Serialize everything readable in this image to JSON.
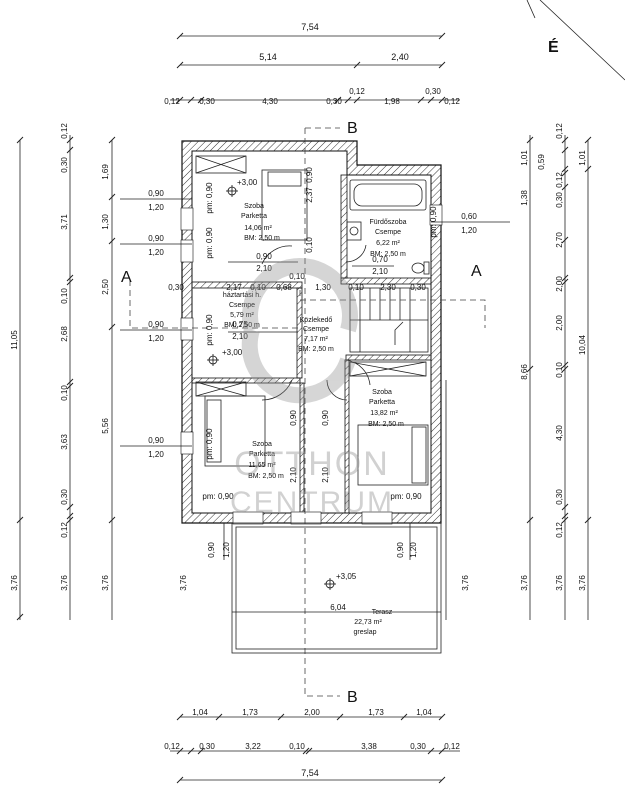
{
  "compass": {
    "north": "É"
  },
  "section": {
    "a_left": "A",
    "a_right": "A",
    "b_top": "B",
    "b_bottom": "B"
  },
  "watermark": {
    "line1": "OTTHON",
    "line2": "CENTRUM"
  },
  "rooms": {
    "szoba1": {
      "name": "Szoba",
      "floor": "Parketta",
      "area": "14,06 m²",
      "bm": "BM: 2,50 m"
    },
    "furdo": {
      "name": "Fürdőszoba",
      "floor": "Csempe",
      "area": "6,22 m²",
      "bm": "BM: 2,50 m"
    },
    "haztartasi": {
      "name": "háztartási h.",
      "floor": "Csempe",
      "area": "5,79 m²",
      "bm": "BM: 2,50 m"
    },
    "kozlekedo": {
      "name": "Közlekedő",
      "floor": "Csempe",
      "area": "7,17 m²",
      "bm": "BM: 2,50 m"
    },
    "szoba2": {
      "name": "Szoba",
      "floor": "Parketta",
      "area": "13,82 m²",
      "bm": "BM: 2,50 m"
    },
    "szoba3": {
      "name": "Szoba",
      "floor": "Parketta",
      "area": "11,65 m²",
      "bm": "BM: 2,50 m"
    },
    "terasz": {
      "name": "Terasz",
      "area": "22,73 m²",
      "floor": "greslap"
    }
  },
  "levels": {
    "l1": "+3,00",
    "l2": "+3,00",
    "l3": "+3,05"
  },
  "dims_top": {
    "r1": [
      "7,54"
    ],
    "r2": [
      "5,14",
      "2,40"
    ],
    "r3": [
      "0,12",
      "0,30",
      "4,30",
      "0,30",
      "0,12",
      "1,98",
      "0,30",
      "0,12"
    ]
  },
  "dims_bottom": {
    "r1": [
      "1,04",
      "1,73",
      "2,00",
      "1,73",
      "1,04"
    ],
    "r2": [
      "0,12",
      "0,30",
      "3,22",
      "0,10",
      "3,38",
      "0,30",
      "0,12"
    ],
    "r3": [
      "7,54"
    ],
    "terrace": "6,04"
  },
  "dims_left": {
    "c1": [
      "11,05",
      "3,76"
    ],
    "c2": [
      "0,12",
      "0,30",
      "3,71",
      "0,10",
      "2,68",
      "0,10",
      "3,63",
      "0,30",
      "0,12",
      "3,76"
    ],
    "c3": [
      "1,69",
      "1,30",
      "2,50",
      "5,56",
      "3,76"
    ]
  },
  "dims_right": {
    "c1": [
      "0,12",
      "1,01",
      "1,38",
      "2,70",
      "2,00",
      "4,30",
      "0,30",
      "0,12",
      "3,76"
    ],
    "c2": [
      "0,59",
      "0,12",
      "0,30"
    ],
    "c3": [
      "1,01",
      "10,04",
      "3,76"
    ],
    "c4": [
      "8,66",
      "3,76"
    ]
  },
  "openings": {
    "w_sz1": [
      "0,90",
      "1,20"
    ],
    "w_sz1b": [
      "0,90",
      "1,20"
    ],
    "w_hh": [
      "0,90",
      "1,20"
    ],
    "w_sz3": [
      "0,90",
      "1,20"
    ],
    "w_furdo": [
      "0,60",
      "1,20"
    ],
    "d_sz1": [
      "0,90",
      "2,10"
    ],
    "d_furdo": [
      "0,70",
      "2,10"
    ],
    "d_hh": [
      "0,75",
      "2,10"
    ],
    "d_sz3": [
      "0,90",
      "2,10"
    ],
    "d_sz2": [
      "0,90",
      "2,10"
    ],
    "win_sz3_bottom": [
      "0,90",
      "1,20"
    ],
    "win_sz2_bottom": [
      "0,90",
      "1,20"
    ],
    "pm": "pm: 0,90",
    "pm_vert": [
      "pm: 0,90",
      "pm: 0,90",
      "pm: 0,90",
      "pm: 0,90",
      "pm: 0,90",
      "pm: 0,90"
    ]
  },
  "interior_dims": {
    "a": [
      "2,17",
      "0,10",
      "0,68",
      "1,30",
      "0,10",
      "2,30",
      "0,30"
    ],
    "left_small": [
      "0,30",
      "0,10"
    ],
    "stair": [
      "2,37",
      "0,10"
    ]
  }
}
